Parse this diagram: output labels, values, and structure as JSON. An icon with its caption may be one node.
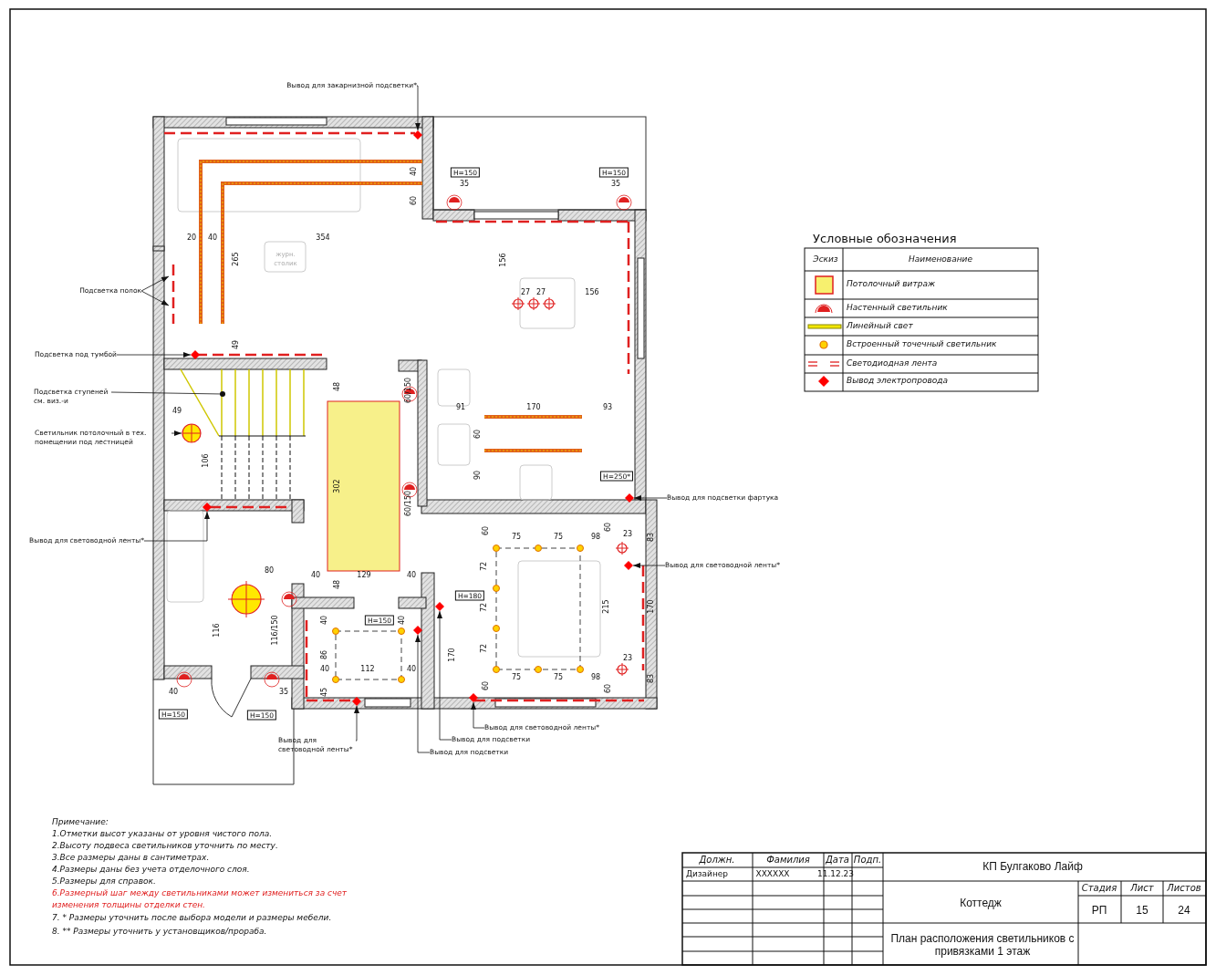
{
  "diagram": {
    "nodes": [
      {
        "text": [
          "Вывод для закарнизной подсветки*"
        ]
      },
      {
        "text": [],
        "shape": "diamond"
      },
      {
        "text": [
          "Подсветка полок"
        ]
      },
      {
        "text": [
          "Подсветка под тумбой"
        ]
      },
      {
        "text": [],
        "shape": "diamond"
      },
      {
        "text": [
          "Подсветка ступеней см. виз.-и"
        ]
      },
      {
        "text": [
          "Светильник потолочный в тех. помещении под лестницей"
        ]
      },
      {
        "text": [],
        "shape": "circle"
      },
      {
        "text": [
          "Вывод для световодной ленты*"
        ]
      },
      {
        "text": [],
        "shape": "diamond"
      },
      {
        "text": [
          "Вывод для подсветки фартука"
        ]
      },
      {
        "text": [],
        "shape": "diamond"
      },
      {
        "text": [
          "Вывод для световодной ленты*"
        ]
      },
      {
        "text": [],
        "shape": "diamond"
      },
      {
        "text": [],
        "shape": "diamond"
      },
      {
        "text": [],
        "shape": "diamond"
      },
      {
        "text": [],
        "shape": "diamond"
      },
      {
        "text": [],
        "shape": "diamond"
      },
      {
        "text": [
          "Вывод для световодной ленты*"
        ]
      },
      {
        "text": [
          "Вывод для световодной ленты*"
        ]
      },
      {
        "text": [
          "Вывод для подсветки"
        ]
      },
      {
        "text": [
          "Вывод для подсветки"
        ]
      }
    ],
    "edges": [
      {
        "from": 0,
        "to": 1,
        "arrow": "to"
      },
      {
        "from": 2,
        "to": null,
        "arrow": "to"
      },
      {
        "from": 2,
        "to": null,
        "arrow": "to"
      },
      {
        "from": 3,
        "to": 4,
        "arrow": "to"
      },
      {
        "from": 5,
        "to": null,
        "arrow": "other"
      },
      {
        "from": 6,
        "to": 7,
        "arrow": "to"
      },
      {
        "from": 8,
        "to": 9,
        "arrow": "to"
      },
      {
        "from": 10,
        "to": 11,
        "arrow": "to"
      },
      {
        "from": 12,
        "to": 13,
        "arrow": "to"
      },
      {
        "from": 18,
        "to": 16,
        "arrow": "to"
      },
      {
        "from": 19,
        "to": 17,
        "arrow": "to"
      },
      {
        "from": 20,
        "to": 14,
        "arrow": "to"
      },
      {
        "from": 21,
        "to": 15,
        "arrow": "to"
      }
    ],
    "labels": [
      "журн. столик",
      "40",
      "60",
      "20",
      "40",
      "354",
      "265",
      "49",
      "H=150",
      "35",
      "H=150",
      "35",
      "156",
      "27",
      "27",
      "156",
      "48",
      "49",
      "106",
      "302",
      "60/150",
      "60/150",
      "91",
      "170",
      "93",
      "60",
      "90",
      "H=250*",
      "80",
      "116",
      "116/150",
      "40",
      "129",
      "40",
      "48",
      "H=150",
      "40",
      "H=150",
      "35",
      "40",
      "H=150",
      "40",
      "86",
      "40",
      "112",
      "40",
      "45",
      "H=180",
      "170",
      "60",
      "75",
      "75",
      "98",
      "60",
      "23",
      "83",
      "72",
      "72",
      "72",
      "215",
      "170",
      "23",
      "75",
      "75",
      "98",
      "60",
      "60",
      "83",
      "Условные обозначения",
      "Эскиз",
      "Наименование",
      "Примечание:",
      "1.Отметки высот указаны от уровня чистого пола.",
      "2.Высоту подвеса светильников уточнить по месту.",
      "3.Все размеры даны в сантиметрах.",
      "4.Размеры даны без учета отделочного слоя.",
      "5.Размеры для справок.",
      "6.Размерный шаг между светильниками может измениться за счет изменения толщины отделки стен.",
      "7. * Размеры уточнить после выбора модели и размеры мебели.",
      "8. ** Размеры уточнить у установщиков/прораба.",
      "Должн.",
      "Фамилия",
      "Дата",
      "Подп.",
      "Дизайнер",
      "XXXXXX",
      "11.12.23",
      "КП Булгаково Лайф",
      "Стадия",
      "Лист",
      "Листов",
      "Коттедж",
      "РП",
      "15",
      "24",
      "План расположения светильников с привязками 1 этаж"
    ],
    "legend": [
      {
        "text": "Потолочный витраж",
        "color": "#f7f06e"
      },
      {
        "text": "Настенный светильник"
      },
      {
        "text": "Линейный свет"
      },
      {
        "text": "Встроенный точечный светильник"
      },
      {
        "text": "Светодиодная лента"
      },
      {
        "text": "Вывод электропровода"
      }
    ]
  }
}
